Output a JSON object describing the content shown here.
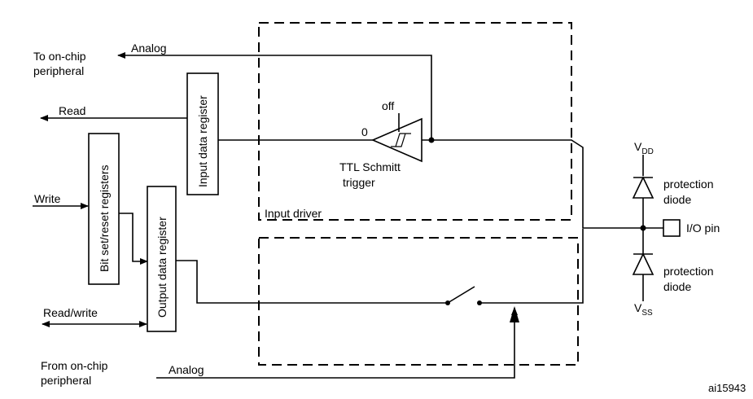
{
  "labels": {
    "to_onchip_line1": "To on-chip",
    "to_onchip_line2": "peripheral",
    "analog_top": "Analog",
    "read": "Read",
    "write": "Write",
    "read_write": "Read/write",
    "from_onchip_line1": "From on-chip",
    "from_onchip_line2": "peripheral",
    "analog_bottom": "Analog",
    "input_data_register": "Input data register",
    "bit_set_reset_registers": "Bit set/reset registers",
    "output_data_register": "Output data register",
    "off": "off",
    "zero": "0",
    "ttl_schmitt": "TTL Schmitt",
    "trigger": "trigger",
    "input_driver": "Input driver",
    "vdd_main": "V",
    "vdd_sub": "DD",
    "vss_main": "V",
    "vss_sub": "SS",
    "protection_top_1": "protection",
    "protection_top_2": "diode",
    "protection_bottom_1": "protection",
    "protection_bottom_2": "diode",
    "io_pin": "I/O pin",
    "figure_id": "ai15943"
  }
}
